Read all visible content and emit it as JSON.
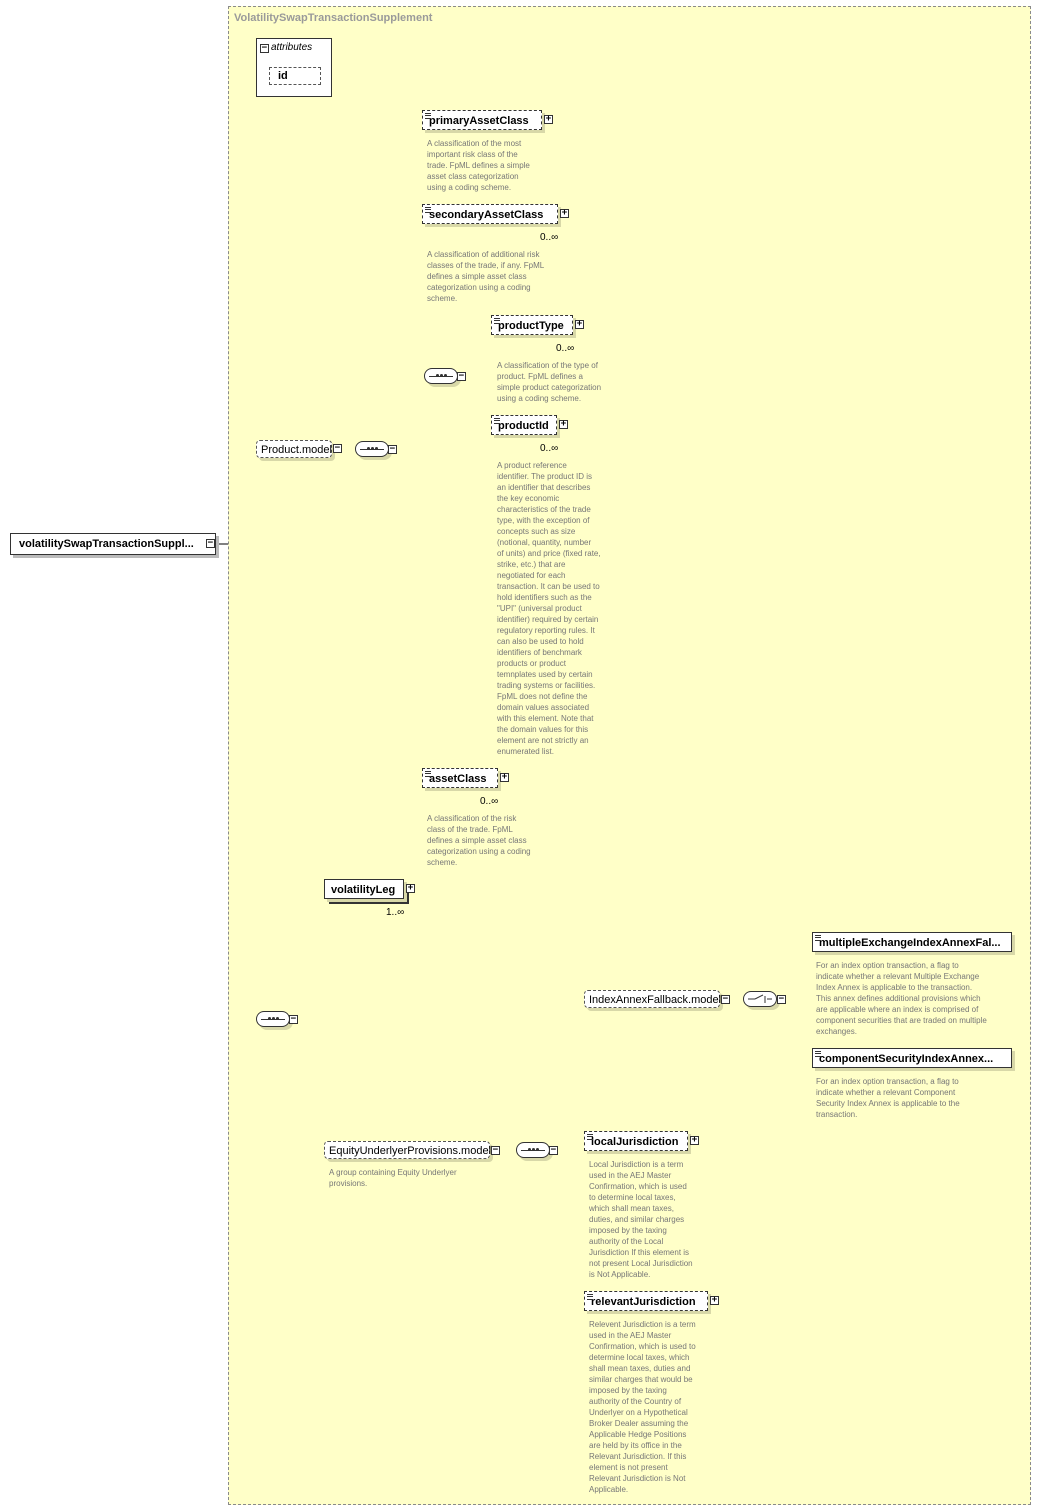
{
  "diagram": {
    "type_name": "VolatilitySwapTransactionSupplement",
    "root": "volatilitySwapTransactionSuppl...",
    "attributes": {
      "title": "attributes",
      "items": [
        "id"
      ]
    },
    "product_model": {
      "label": "Product.model"
    },
    "elements": {
      "primaryAssetClass": {
        "label": "primaryAssetClass",
        "cardinality": "",
        "doc": "A classification of the most\nimportant risk class of the\ntrade. FpML defines a simple\nasset class categorization\nusing a coding scheme."
      },
      "secondaryAssetClass": {
        "label": "secondaryAssetClass",
        "cardinality": "0..∞",
        "doc": "A classification of additional risk\nclasses of the trade, if any. FpML\ndefines a simple asset class\ncategorization using a coding\nscheme."
      },
      "productType": {
        "label": "productType",
        "cardinality": "0..∞",
        "doc": "A classification of the type of\nproduct. FpML defines a\nsimple product categorization\nusing a coding scheme."
      },
      "productId": {
        "label": "productId",
        "cardinality": "0..∞",
        "doc": "A product reference\nidentifier. The product ID is\nan identifier that describes\nthe key economic\ncharacteristics of the trade\ntype, with the exception of\nconcepts such as size\n(notional, quantity, number\nof units) and price (fixed rate,\nstrike, etc.) that are\nnegotiated for each\ntransaction. It can be used to\nhold identifiers such as the\n\"UPI\" (universal product\nidentifier) required by certain\nregulatory reporting rules. It\ncan also be used to hold\nidentifiers of benchmark\nproducts or product\ntemnplates used by certain\ntrading systems or facilities.\nFpML does not define the\ndomain values associated\nwith this element. Note that\nthe domain values for this\nelement are not strictly an\nenumerated list."
      },
      "assetClass": {
        "label": "assetClass",
        "cardinality": "0..∞",
        "doc": "A classification of the risk\nclass of the trade. FpML\ndefines a simple asset class\ncategorization using a coding\nscheme."
      },
      "volatilityLeg": {
        "label": "volatilityLeg",
        "cardinality": "1..∞",
        "doc": ""
      },
      "multipleExchange": {
        "label": "multipleExchangeIndexAnnexFal...",
        "cardinality": "",
        "doc": "For an index option transaction, a flag to\nindicate whether a relevant Multiple Exchange\nIndex Annex is applicable to the transaction.\nThis annex defines additional provisions which\nare applicable where an index is comprised of\ncomponent securities that are traded on multiple\nexchanges."
      },
      "componentSecurity": {
        "label": "componentSecurityIndexAnnex...",
        "cardinality": "",
        "doc": "For an index option transaction, a flag to\nindicate whether a relevant Component\nSecurity Index Annex is applicable to the\ntransaction."
      },
      "localJurisdiction": {
        "label": "localJurisdiction",
        "cardinality": "",
        "doc": "Local Jurisdiction is a term\nused in the AEJ Master\nConfirmation, which is used\nto determine local taxes,\nwhich shall mean taxes,\nduties, and similar charges\nimposed by the taxing\nauthority of the Local\nJurisdiction If this element is\nnot present Local Jurisdiction\nis Not Applicable."
      },
      "relevantJurisdiction": {
        "label": "relevantJurisdiction",
        "cardinality": "",
        "doc": "Relevent Jurisdiction is a term\nused in the AEJ Master\nConfirmation, which is used to\ndetermine local taxes, which\nshall mean taxes, duties and\nsimilar charges that would be\nimposed by the taxing\nauthority of the Country of\nUnderlyer on a Hypothetical\nBroker Dealer assuming the\nApplicable Hedge Positions\nare held by its office in the\nRelevant Jurisdiction. If this\nelement is not present\nRelevant Jurisdiction is Not\nApplicable."
      }
    },
    "groups": {
      "indexAnnex": {
        "label": "IndexAnnexFallback.model"
      },
      "equityUnderlyer": {
        "label": "EquityUnderlyerProvisions.model",
        "doc": "A group containing Equity Underlyer\nprovisions."
      }
    }
  }
}
